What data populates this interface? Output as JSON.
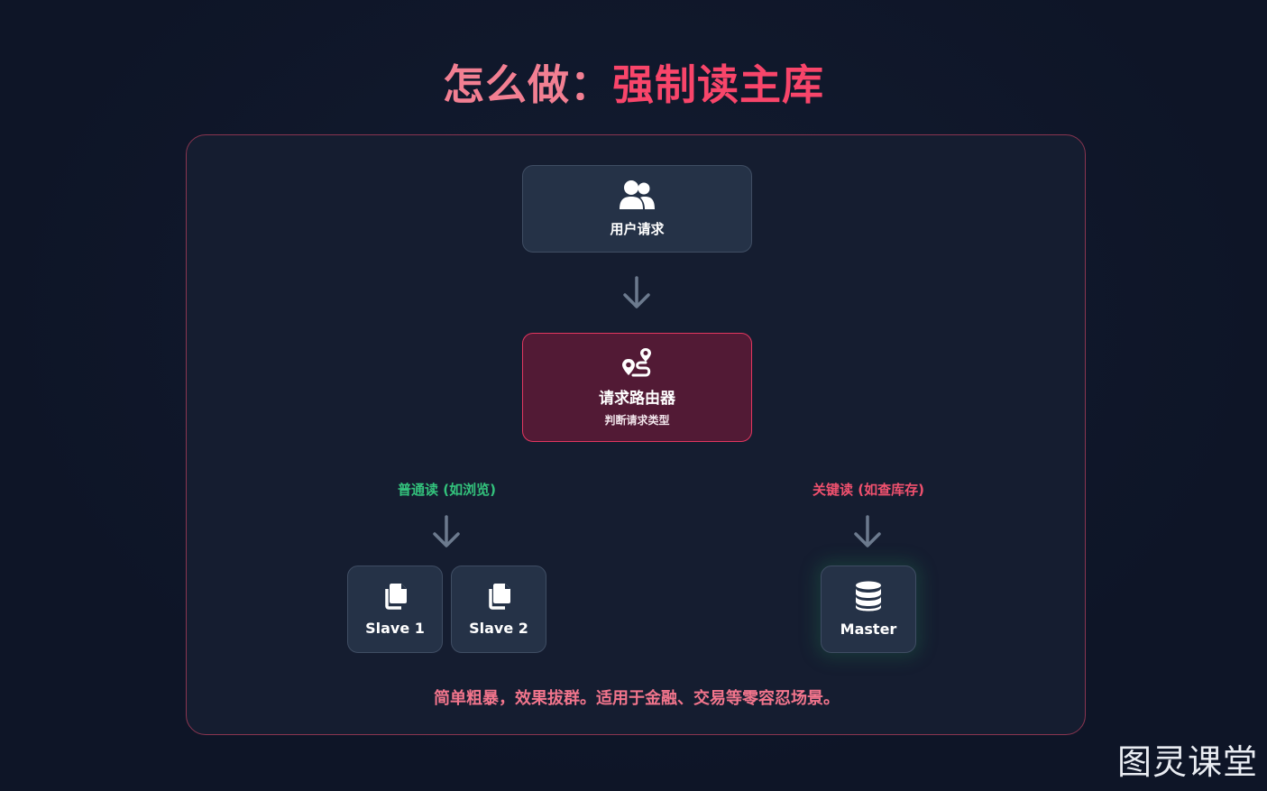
{
  "title": {
    "prefix": "怎么做：",
    "highlight": "强制读主库"
  },
  "nodes": {
    "user_request": {
      "label": "用户请求",
      "icon": "users-icon"
    },
    "router": {
      "label": "请求路由器",
      "sublabel": "判断请求类型",
      "icon": "route-icon"
    },
    "slave1": {
      "label": "Slave 1",
      "icon": "copy-icon"
    },
    "slave2": {
      "label": "Slave 2",
      "icon": "copy-icon"
    },
    "master": {
      "label": "Master",
      "icon": "database-icon"
    }
  },
  "branches": {
    "normal_read": "普通读 (如浏览)",
    "critical_read": "关键读 (如查库存)"
  },
  "footer_note": "简单粗暴，效果拔群。适用于金融、交易等零容忍场景。",
  "watermark": "图灵课堂",
  "colors": {
    "background": "#0f1628",
    "title_prefix": "#f27f92",
    "title_highlight": "#f8456a",
    "router_fill": "#521a35",
    "router_border": "#e2365f",
    "normal_read": "#33c27c",
    "critical_read": "#f0516e",
    "footer_note": "#f2758c"
  }
}
